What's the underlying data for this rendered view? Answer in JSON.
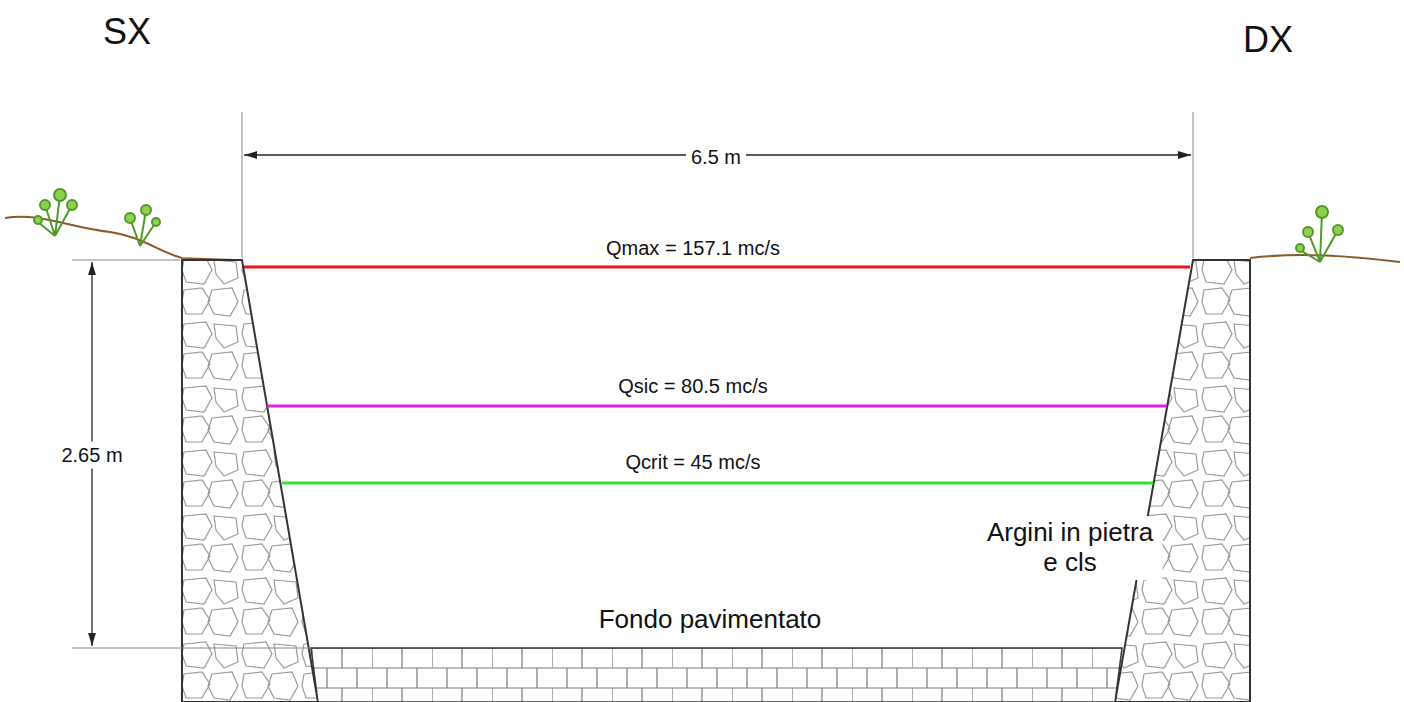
{
  "diagram": {
    "labels": [
      "SX",
      "DX",
      "6.5 m",
      "Qmax = 157.1 mc/s",
      "Qsic = 80.5 mc/s",
      "Qcrit = 45 mc/s",
      "2.65 m",
      "Argini in pietra e cls",
      "Fondo pavimentato"
    ]
  }
}
